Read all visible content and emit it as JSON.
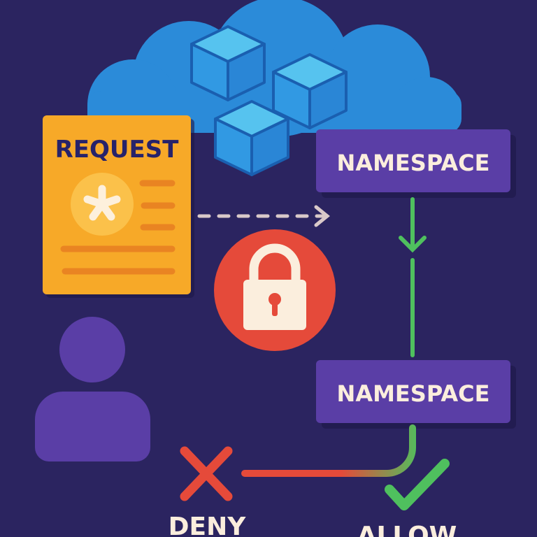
{
  "request": {
    "title": "REQUEST"
  },
  "namespaces": [
    {
      "label": "NAMESPACE"
    },
    {
      "label": "NAMESPACE"
    }
  ],
  "outcomes": {
    "deny": "DENY",
    "allow": "ALLOW"
  },
  "icons": {
    "cloud": "cloud-icon",
    "cube": "container-cube-icon",
    "lock": "padlock-icon",
    "user": "user-icon",
    "deny": "x-mark-icon",
    "allow": "checkmark-icon"
  },
  "colors": {
    "background": "#2b2460",
    "cloud": "#2b8bd9",
    "card": "#f7a928",
    "namespace": "#5a3ea6",
    "lock": "#e54a3a",
    "allow": "#4fc05e",
    "deny": "#e54a3a",
    "text_light": "#fbeedd"
  }
}
